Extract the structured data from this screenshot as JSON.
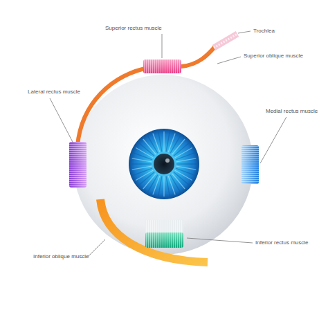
{
  "diagram": {
    "labels": [
      "Superior rectus muscle",
      "Trochlea",
      "Superior oblique muscle",
      "Lateral rectus muscle",
      "Medial rectus muscle",
      "Inferior rectus muscle",
      "Inferior oblique muscle"
    ]
  }
}
